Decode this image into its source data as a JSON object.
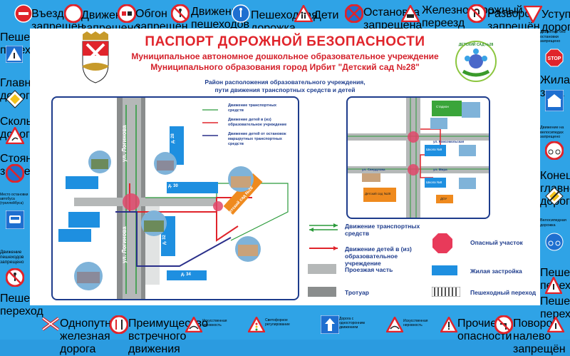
{
  "header": {
    "title": "ПАСПОРТ ДОРОЖНОЙ БЕЗОПАСНОСТИ",
    "line1": "Муниципальное автономное дошкольное образовательное учреждение",
    "line2": "Муниципального образования город Ирбит \"Детский сад №28\"",
    "line3a": "Район расположения образовательного учреждения,",
    "line3b": "пути движения транспортных средств и детей",
    "logo_text": "ДЕТСКИЙ САД №28"
  },
  "top_signs": [
    "Въезд запрещён",
    "Движение запрещено",
    "Обгон запрещён",
    "Движение пешеходов запрещено",
    "Пешеходная дорожка",
    "Дети",
    "Остановка запрещена",
    "Железнодорожный переезд без шлагбаума",
    "Разворот запрещён",
    "Уступите дорогу"
  ],
  "left_signs": [
    "Пешеходный переход",
    "Главная дорога",
    "Скользкая дорога",
    "Стоянка запрещена",
    "Место остановки автобуса (троллейбуса)",
    "Движение пешеходов запрещено",
    "Пешеходный переход"
  ],
  "right_signs": [
    "Движение без остановки запрещено",
    "Жилая зона",
    "Движение на велосипедах запрещено",
    "Конец главной дороги",
    "Велосипедная дорожка",
    "Пешеходный переход",
    "Пешеходный переход"
  ],
  "bottom_signs": [
    "Однопутная железная дорога",
    "Преимущество встречного движения",
    "Искусственная неровность",
    "Светофорное регулирование",
    "Дорога с односторонним движением",
    "Искусственная неровность",
    "Прочие опасности",
    "Поворот налево запрещён"
  ],
  "map_left": {
    "legend1": "Движение транспортных средств",
    "legend2": "Движение детей в (из) образовательное учреждение",
    "legend3": "Движение детей от остановок маршрутных транспортных средств",
    "street": "ул. Логинова",
    "houses": [
      "д. 28",
      "д. 30",
      "д. 32",
      "д. 34"
    ],
    "school": "Детский сад №28"
  },
  "map_right": {
    "streets": [
      "ул. Комсомольская",
      "ул. Свердлова",
      "ул. Мира"
    ],
    "labels": [
      "Стадион",
      "Школа №9",
      "Школа №8",
      "Детский сад №28",
      "ДОУ"
    ]
  },
  "legend": {
    "transport": "Движение транспортных средств",
    "children": "Движение детей в (из) образовательное учреждение",
    "road": "Проезжая часть",
    "sidewalk": "Тротуар",
    "danger": "Опасный участок",
    "housing": "Жилая застройка",
    "crossing": "Пешеходный переход"
  },
  "colors": {
    "frame": "#2fa3e6",
    "title": "#e0242b",
    "road": "#b5b8b8",
    "sidewalk": "#8a8d8d",
    "housing": "#1e8fe0",
    "danger": "#e83a5a"
  }
}
